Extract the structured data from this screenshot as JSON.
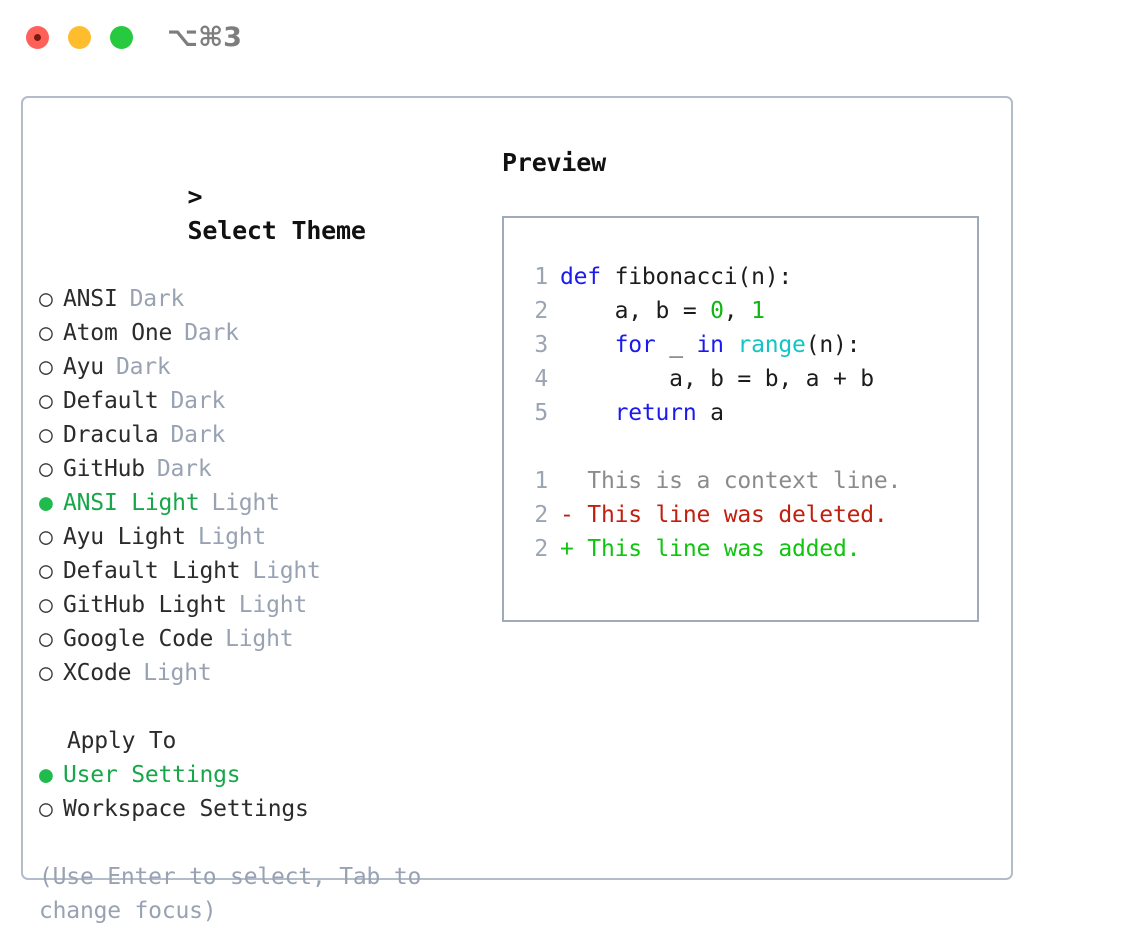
{
  "titlebar": {
    "shortcut": "⌥⌘3",
    "buttons": [
      {
        "name": "close",
        "color": "#ff6159"
      },
      {
        "name": "minimize",
        "color": "#ffbd2e"
      },
      {
        "name": "zoom",
        "color": "#27c93f"
      }
    ]
  },
  "theme_picker": {
    "heading": "> Select Theme",
    "heading_caret": ">",
    "heading_text": "Select Theme",
    "bullet_selected": "●",
    "bullet_unselected": "○",
    "themes": [
      {
        "label": "ANSI",
        "suffix": "Dark",
        "selected": false
      },
      {
        "label": "Atom One",
        "suffix": "Dark",
        "selected": false
      },
      {
        "label": "Ayu",
        "suffix": "Dark",
        "selected": false
      },
      {
        "label": "Default",
        "suffix": "Dark",
        "selected": false
      },
      {
        "label": "Dracula",
        "suffix": "Dark",
        "selected": false
      },
      {
        "label": "GitHub",
        "suffix": "Dark",
        "selected": false
      },
      {
        "label": "ANSI Light",
        "suffix": "Light",
        "selected": true
      },
      {
        "label": "Ayu Light",
        "suffix": "Light",
        "selected": false
      },
      {
        "label": "Default Light",
        "suffix": "Light",
        "selected": false
      },
      {
        "label": "GitHub Light",
        "suffix": "Light",
        "selected": false
      },
      {
        "label": "Google Code",
        "suffix": "Light",
        "selected": false
      },
      {
        "label": "XCode",
        "suffix": "Light",
        "selected": false
      }
    ]
  },
  "apply_to": {
    "heading": "Apply To",
    "options": [
      {
        "label": "User Settings",
        "selected": true
      },
      {
        "label": "Workspace Settings",
        "selected": false
      }
    ]
  },
  "hint": "(Use Enter to select, Tab to change focus)",
  "preview": {
    "title": "Preview",
    "code_lines": [
      {
        "number": "1",
        "tokens": [
          {
            "text": "def",
            "type": "kw"
          },
          {
            "text": " fibonacci(n):",
            "type": "plain"
          }
        ]
      },
      {
        "number": "2",
        "tokens": [
          {
            "text": "    a, b = ",
            "type": "plain"
          },
          {
            "text": "0",
            "type": "num"
          },
          {
            "text": ", ",
            "type": "plain"
          },
          {
            "text": "1",
            "type": "num"
          }
        ]
      },
      {
        "number": "3",
        "tokens": [
          {
            "text": "    ",
            "type": "plain"
          },
          {
            "text": "for",
            "type": "kw"
          },
          {
            "text": " _ ",
            "type": "plain"
          },
          {
            "text": "in",
            "type": "kw"
          },
          {
            "text": " ",
            "type": "plain"
          },
          {
            "text": "range",
            "type": "fn"
          },
          {
            "text": "(n):",
            "type": "plain"
          }
        ]
      },
      {
        "number": "4",
        "tokens": [
          {
            "text": "        a, b = b, a + b",
            "type": "plain"
          }
        ]
      },
      {
        "number": "5",
        "tokens": [
          {
            "text": "    ",
            "type": "plain"
          },
          {
            "text": "return",
            "type": "kw"
          },
          {
            "text": " a",
            "type": "plain"
          }
        ]
      }
    ],
    "diff_lines": [
      {
        "number": "1",
        "marker": "  ",
        "text": "This is a context line.",
        "kind": "ctx"
      },
      {
        "number": "2",
        "marker": "- ",
        "text": "This line was deleted.",
        "kind": "del"
      },
      {
        "number": "2",
        "marker": "+ ",
        "text": "This line was added.",
        "kind": "add"
      }
    ]
  },
  "colors": {
    "accent_green": "#17a74a",
    "bullet_green": "#20ba4d",
    "muted_gray": "#98a2b3",
    "keyword_blue": "#1a1aee",
    "number_green": "#12b512",
    "function_cyan": "#11c5c5",
    "diff_deleted_red": "#c02010",
    "diff_added_green": "#10c410",
    "border_gray": "#b3bcc9",
    "code_border": "#9fabbb"
  }
}
